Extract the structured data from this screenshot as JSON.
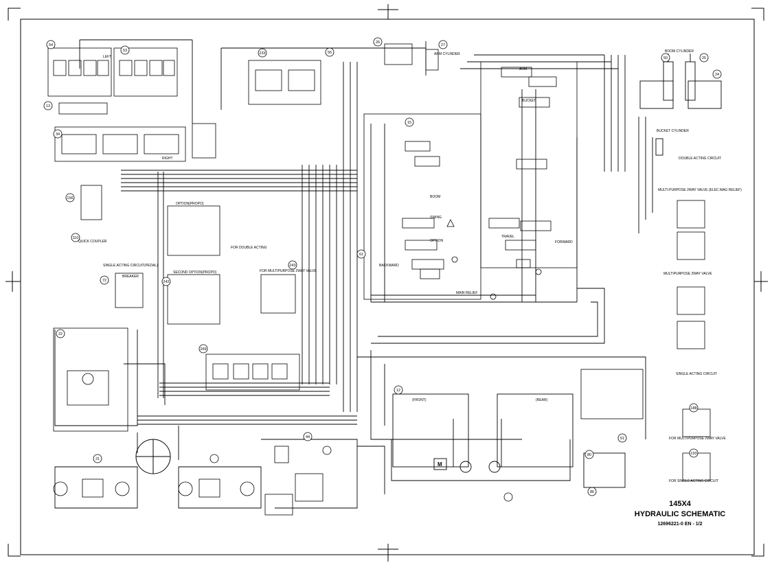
{
  "title_block": {
    "model": "145X4",
    "title": "HYDRAULIC SCHEMATIC",
    "document_number": "12696221-0 EN - 1/2"
  },
  "components": {
    "arm_cylinder": "ARM CYLINDER",
    "boom_cylinder": "BOOM CYLINDER",
    "bucket_cylinder": "BUCKET CYLINDER",
    "quick_coupler": "QUICK COUPLER",
    "option_propo": "OPTION(PROPO)",
    "second_option": "SECOND OPTION(PROPO)",
    "single_acting_pedal": "SINGLE ACTING CIRCUIT(PEDAL)",
    "double_acting": "DOUBLE ACTING CIRCUIT",
    "multipurpose_elec_relief": "MULTI-PURPOSE 2WAY VALVE (ELEC.MAG RELIEF)",
    "multipurpose_2way": "MULTIPURPOSE 2WAY VALVE",
    "single_acting": "SINGLE ACTING CIRCUIT",
    "for_double_acting": "FOR DOUBLE ACTING",
    "for_multipurpose": "FOR MULTIPURPOSE 2WAY VALVE",
    "main_relief": "MAIN RELIEF",
    "travel": "TRAVEL",
    "boom": "BOOM",
    "swing": "SWING",
    "arm": "ARM",
    "bucket": "BUCKET",
    "option": "OPTION",
    "forward": "FORWARD",
    "backward": "BACKWARD",
    "front": "(FRONT)",
    "rear": "(REAR)",
    "motor": "M",
    "left": "LEFT",
    "right": "RIGHT",
    "breaker": "BREAKER"
  },
  "notes": {
    "mp_valve": "FOR MULTIPURPOSE 2WAY VALVE",
    "single_acting": "FOR SINGLE ACTING CIRCUIT"
  },
  "callouts": [
    "54",
    "53",
    "55",
    "233",
    "26",
    "27",
    "50",
    "25",
    "24",
    "34",
    "15",
    "13",
    "61",
    "156",
    "110",
    "72",
    "243",
    "242",
    "22",
    "269",
    "21",
    "12",
    "80",
    "86",
    "51",
    "44",
    "188",
    "193"
  ]
}
